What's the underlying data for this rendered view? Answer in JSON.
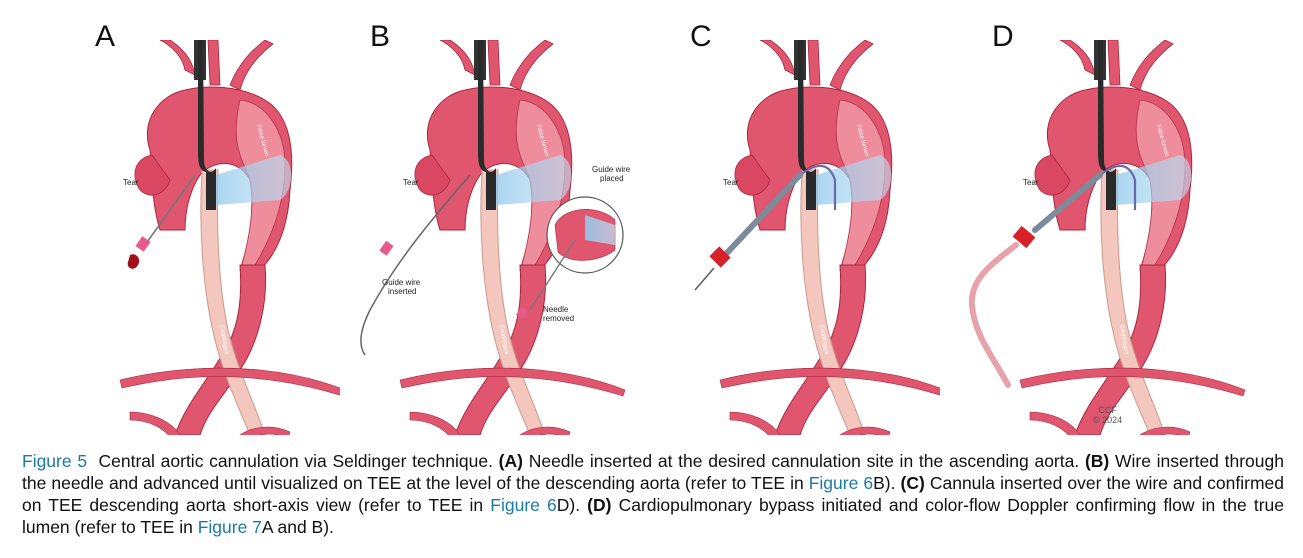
{
  "panels": [
    {
      "letter": "A",
      "labels": {
        "tear": "Tear",
        "false_lumen": "False lumen",
        "esophagus": "Esophagus"
      }
    },
    {
      "letter": "B",
      "labels": {
        "tear": "Tear",
        "false_lumen": "False lumen",
        "esophagus": "Esophagus",
        "guide_wire_placed_1": "Guide wire",
        "guide_wire_placed_2": "placed",
        "guide_wire_inserted_1": "Guide wire",
        "guide_wire_inserted_2": "inserted",
        "needle_removed_1": "Needle",
        "needle_removed_2": "removed"
      }
    },
    {
      "letter": "C",
      "labels": {
        "tear": "Tear",
        "false_lumen": "False lumen",
        "esophagus": "Esophagus"
      }
    },
    {
      "letter": "D",
      "labels": {
        "tear": "Tear",
        "false_lumen": "False lumen",
        "esophagus": "Esophagus"
      }
    }
  ],
  "credit": {
    "line1": "CCF",
    "line2": "© 2024"
  },
  "caption": {
    "figure_label": "Figure 5",
    "intro": "Central aortic cannulation via Seldinger technique. ",
    "a_tag": "(A)",
    "a_text": " Needle inserted at the desired cannulation site in the ascending aorta. ",
    "b_tag": "(B)",
    "b_text": " Wire inserted through the needle and advanced until visualized on TEE at the level of the descending aorta (refer to TEE in ",
    "b_ref": "Figure 6",
    "b_end": "B). ",
    "c_tag": "(C)",
    "c_text": " Cannula inserted over the wire and confirmed on TEE descending aorta short-axis view (refer to TEE in ",
    "c_ref": "Figure 6",
    "c_end": "D). ",
    "d_tag": "(D)",
    "d_text": " Cardiopulmonary bypass initiated and color-flow Doppler confirming flow in the true lumen (refer to TEE in ",
    "d_ref": "Figure 7",
    "d_end": "A and B)."
  },
  "colors": {
    "aorta": "#e0566f",
    "aorta_dark": "#b8304a",
    "false_lumen": "#ee8d9c",
    "esophagus": "#f3c7bd",
    "tee_beam": "#a9d8f2",
    "link": "#1a7aa6",
    "cannula_red": "#d6202a"
  }
}
